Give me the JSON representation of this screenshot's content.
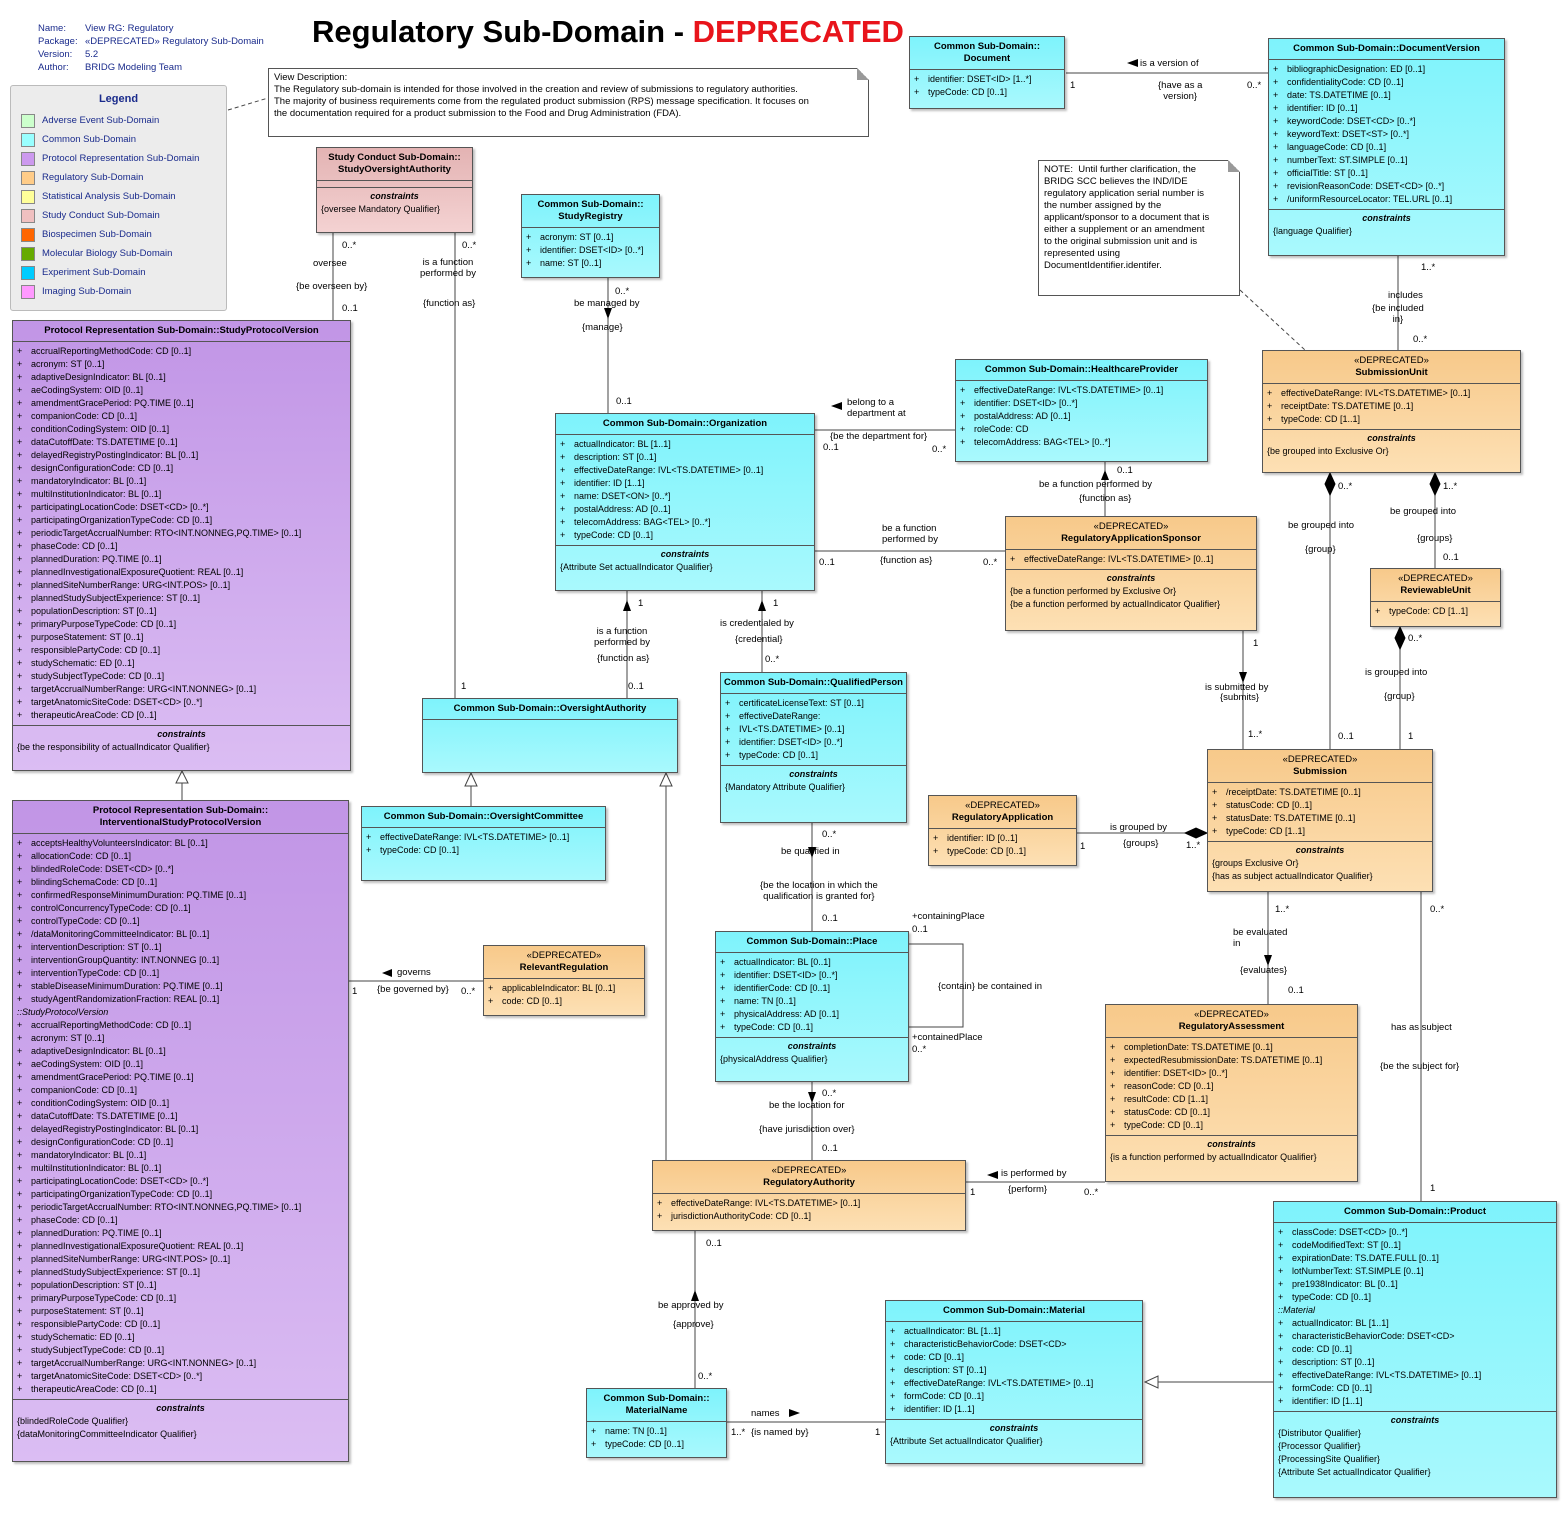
{
  "meta": {
    "name_k": "Name:",
    "name_v": "View RG: Regulatory",
    "package_k": "Package:",
    "package_v": "«DEPRECATED» Regulatory Sub-Domain",
    "version_k": "Version:",
    "version_v": "5.2",
    "author_k": "Author:",
    "author_v": "BRIDG Modeling Team"
  },
  "title": {
    "main": "Regulatory Sub-Domain - ",
    "deprecated": "DEPRECATED"
  },
  "legend": {
    "title": "Legend",
    "items": [
      {
        "label": "Adverse Event Sub-Domain",
        "color": "#ccffcc"
      },
      {
        "label": "Common Sub-Domain",
        "color": "#99ffff"
      },
      {
        "label": "Protocol Representation Sub-Domain",
        "color": "#cc99ee"
      },
      {
        "label": "Regulatory Sub-Domain",
        "color": "#ffcc88"
      },
      {
        "label": "Statistical Analysis Sub-Domain",
        "color": "#ffff99"
      },
      {
        "label": "Study Conduct Sub-Domain",
        "color": "#f0c0c0"
      },
      {
        "label": "Biospecimen Sub-Domain",
        "color": "#ff6600"
      },
      {
        "label": "Molecular Biology Sub-Domain",
        "color": "#66aa00"
      },
      {
        "label": "Experiment Sub-Domain",
        "color": "#00ccff"
      },
      {
        "label": "Imaging Sub-Domain",
        "color": "#ff99ff"
      }
    ]
  },
  "notes": {
    "view_description": "View Description:\nThe Regulatory sub-domain is intended for those involved in the creation and review of submissions to regulatory authorities.\nThe majority of business requirements come from the regulated product submission (RPS) message specification. It focuses on\nthe documentation required for a product submission to the Food and Drug Administration (FDA).",
    "ind_note": "NOTE:  Until further clarification, the\nBRIDG SCC believes the IND/IDE\nregulatory application serial number is\nthe number assigned by the\napplicant/sponsor to a document that is\neither a supplement or an amendment\nto the original submission unit and is\nrepresented using\nDocumentIdentifier.identifer."
  },
  "classes": {
    "study_oversight_authority": {
      "title": "Study Conduct Sub-Domain::\nStudyOversightAuthority",
      "attrs": [],
      "constraints": [
        "{oversee Mandatory Qualifier}"
      ]
    },
    "study_registry": {
      "title": "Common Sub-Domain::\nStudyRegistry",
      "attrs": [
        "acronym: ST [0..1]",
        "identifier: DSET<ID> [0..*]",
        "name: ST [0..1]"
      ]
    },
    "document": {
      "title": "Common Sub-Domain::\nDocument",
      "attrs": [
        "identifier: DSET<ID> [1..*]",
        "typeCode: CD [0..1]"
      ]
    },
    "document_version": {
      "title": "Common Sub-Domain::DocumentVersion",
      "attrs": [
        "bibliographicDesignation: ED [0..1]",
        "confidentialityCode: CD [0..1]",
        "date: TS.DATETIME [0..1]",
        "identifier: ID [0..1]",
        "keywordCode: DSET<CD> [0..*]",
        "keywordText: DSET<ST> [0..*]",
        "languageCode: CD [0..1]",
        "numberText: ST.SIMPLE [0..1]",
        "officialTitle: ST [0..1]",
        "revisionReasonCode: DSET<CD> [0..*]",
        "/uniformResourceLocator: TEL.URL [0..1]"
      ],
      "constraints": [
        "{language Qualifier}"
      ]
    },
    "study_protocol_version": {
      "title": "Protocol Representation Sub-Domain::StudyProtocolVersion",
      "attrs": [
        "accrualReportingMethodCode: CD [0..1]",
        "acronym: ST [0..1]",
        "adaptiveDesignIndicator: BL [0..1]",
        "aeCodingSystem: OID [0..1]",
        "amendmentGracePeriod: PQ.TIME [0..1]",
        "companionCode: CD [0..1]",
        "conditionCodingSystem: OID [0..1]",
        "dataCutoffDate: TS.DATETIME [0..1]",
        "delayedRegistryPostingIndicator: BL [0..1]",
        "designConfigurationCode: CD [0..1]",
        "mandatoryIndicator: BL [0..1]",
        "multiInstitutionIndicator: BL [0..1]",
        "participatingLocationCode: DSET<CD> [0..*]",
        "participatingOrganizationTypeCode: CD [0..1]",
        "periodicTargetAccrualNumber: RTO<INT.NONNEG,PQ.TIME> [0..1]",
        "phaseCode: CD [0..1]",
        "plannedDuration: PQ.TIME [0..1]",
        "plannedInvestigationalExposureQuotient: REAL [0..1]",
        "plannedSiteNumberRange: URG<INT.POS> [0..1]",
        "plannedStudySubjectExperience: ST [0..1]",
        "populationDescription: ST [0..1]",
        "primaryPurposeTypeCode: CD [0..1]",
        "purposeStatement: ST [0..1]",
        "responsiblePartyCode: CD [0..1]",
        "studySchematic: ED [0..1]",
        "studySubjectTypeCode: CD [0..1]",
        "targetAccrualNumberRange: URG<INT.NONNEG> [0..1]",
        "targetAnatomicSiteCode: DSET<CD> [0..*]",
        "therapeuticAreaCode: CD [0..1]"
      ],
      "constraints": [
        "{be the responsibility of actualIndicator Qualifier}"
      ]
    },
    "interventional": {
      "title": "Protocol Representation Sub-Domain::\nInterventionalStudyProtocolVersion",
      "attrs": [
        "acceptsHealthyVolunteersIndicator: BL [0..1]",
        "allocationCode: CD [0..1]",
        "blindedRoleCode: DSET<CD> [0..*]",
        "blindingSchemaCode: CD [0..1]",
        "confirmedResponseMinimumDuration: PQ.TIME [0..1]",
        "controlConcurrencyTypeCode: CD [0..1]",
        "controlTypeCode: CD [0..1]",
        "/dataMonitoringCommitteeIndicator: BL [0..1]",
        "interventionDescription: ST [0..1]",
        "interventionGroupQuantity: INT.NONNEG [0..1]",
        "interventionTypeCode: CD [0..1]",
        "stableDiseaseMinimumDuration: PQ.TIME [0..1]",
        "studyAgentRandomizationFraction: REAL [0..1]"
      ],
      "inherited_header": "::StudyProtocolVersion",
      "inherited": [
        "accrualReportingMethodCode: CD [0..1]",
        "acronym: ST [0..1]",
        "adaptiveDesignIndicator: BL [0..1]",
        "aeCodingSystem: OID [0..1]",
        "amendmentGracePeriod: PQ.TIME [0..1]",
        "companionCode: CD [0..1]",
        "conditionCodingSystem: OID [0..1]",
        "dataCutoffDate: TS.DATETIME [0..1]",
        "delayedRegistryPostingIndicator: BL [0..1]",
        "designConfigurationCode: CD [0..1]",
        "mandatoryIndicator: BL [0..1]",
        "multiInstitutionIndicator: BL [0..1]",
        "participatingLocationCode: DSET<CD> [0..*]",
        "participatingOrganizationTypeCode: CD [0..1]",
        "periodicTargetAccrualNumber: RTO<INT.NONNEG,PQ.TIME> [0..1]",
        "phaseCode: CD [0..1]",
        "plannedDuration: PQ.TIME [0..1]",
        "plannedInvestigationalExposureQuotient: REAL [0..1]",
        "plannedSiteNumberRange: URG<INT.POS> [0..1]",
        "plannedStudySubjectExperience: ST [0..1]",
        "populationDescription: ST [0..1]",
        "primaryPurposeTypeCode: CD [0..1]",
        "purposeStatement: ST [0..1]",
        "responsiblePartyCode: CD [0..1]",
        "studySchematic: ED [0..1]",
        "studySubjectTypeCode: CD [0..1]",
        "targetAccrualNumberRange: URG<INT.NONNEG> [0..1]",
        "targetAnatomicSiteCode: DSET<CD> [0..*]",
        "therapeuticAreaCode: CD [0..1]"
      ],
      "constraints": [
        "{blindedRoleCode Qualifier}",
        "{dataMonitoringCommitteeIndicator Qualifier}"
      ]
    },
    "organization": {
      "title": "Common Sub-Domain::Organization",
      "attrs": [
        "actualIndicator: BL [1..1]",
        "description: ST [0..1]",
        "effectiveDateRange: IVL<TS.DATETIME> [0..1]",
        "identifier: ID [1..1]",
        "name: DSET<ON> [0..*]",
        "postalAddress: AD [0..1]",
        "telecomAddress: BAG<TEL> [0..*]",
        "typeCode: CD [0..1]"
      ],
      "constraints": [
        "{Attribute Set actualIndicator Qualifier}"
      ]
    },
    "healthcare_provider": {
      "title": "Common Sub-Domain::HealthcareProvider",
      "attrs": [
        "effectiveDateRange: IVL<TS.DATETIME> [0..1]",
        "identifier: DSET<ID> [0..*]",
        "postalAddress: AD [0..1]",
        "roleCode: CD",
        "telecomAddress: BAG<TEL> [0..*]"
      ]
    },
    "submission_unit": {
      "stereo": "«DEPRECATED»",
      "title": "SubmissionUnit",
      "attrs": [
        "effectiveDateRange: IVL<TS.DATETIME> [0..1]",
        "receiptDate: TS.DATETIME [0..1]",
        "typeCode: CD [1..1]"
      ],
      "constraints": [
        "{be grouped into Exclusive Or}"
      ]
    },
    "reg_app_sponsor": {
      "stereo": "«DEPRECATED»",
      "title": "RegulatoryApplicationSponsor",
      "attrs": [
        "effectiveDateRange: IVL<TS.DATETIME> [0..1]"
      ],
      "constraints": [
        "{be a function performed by Exclusive Or}",
        "{be a function performed by actualIndicator Qualifier}"
      ]
    },
    "reviewable_unit": {
      "stereo": "«DEPRECATED»",
      "title": "ReviewableUnit",
      "attrs": [
        "typeCode: CD [1..1]"
      ]
    },
    "oversight_authority": {
      "title": "Common Sub-Domain::OversightAuthority",
      "attrs": []
    },
    "qualified_person": {
      "title": "Common Sub-Domain::QualifiedPerson",
      "attrs": [
        "certificateLicenseText: ST [0..1]",
        "effectiveDateRange:",
        "IVL<TS.DATETIME> [0..1]",
        "identifier: DSET<ID> [0..*]",
        "typeCode: CD [0..1]"
      ],
      "constraints": [
        "{Mandatory Attribute Qualifier}"
      ]
    },
    "oversight_committee": {
      "title": "Common Sub-Domain::OversightCommittee",
      "attrs": [
        "effectiveDateRange: IVL<TS.DATETIME> [0..1]",
        "typeCode: CD [0..1]"
      ]
    },
    "submission": {
      "stereo": "«DEPRECATED»",
      "title": "Submission",
      "attrs": [
        "/receiptDate: TS.DATETIME [0..1]",
        "statusCode: CD [0..1]",
        "statusDate: TS.DATETIME [0..1]",
        "typeCode: CD [1..1]"
      ],
      "constraints": [
        "{groups Exclusive Or}",
        "{has as subject actualIndicator Qualifier}"
      ]
    },
    "regulatory_application": {
      "stereo": "«DEPRECATED»",
      "title": "RegulatoryApplication",
      "attrs": [
        "identifier: ID [0..1]",
        "typeCode: CD [0..1]"
      ]
    },
    "relevant_regulation": {
      "stereo": "«DEPRECATED»",
      "title": "RelevantRegulation",
      "attrs": [
        "applicableIndicator: BL [0..1]",
        "code: CD [0..1]"
      ]
    },
    "place": {
      "title": "Common Sub-Domain::Place",
      "attrs": [
        "actualIndicator: BL [0..1]",
        "identifier: DSET<ID> [0..*]",
        "identifierCode: CD [0..1]",
        "name: TN [0..1]",
        "physicalAddress: AD [0..1]",
        "typeCode: CD [0..1]"
      ],
      "constraints": [
        "{physicalAddress Qualifier}"
      ]
    },
    "regulatory_assessment": {
      "stereo": "«DEPRECATED»",
      "title": "RegulatoryAssessment",
      "attrs": [
        "completionDate: TS.DATETIME [0..1]",
        "expectedResubmissionDate: TS.DATETIME [0..1]",
        "identifier: DSET<ID> [0..*]",
        "reasonCode: CD [0..1]",
        "resultCode: CD [1..1]",
        "statusCode: CD [0..1]",
        "typeCode: CD [0..1]"
      ],
      "constraints": [
        "{is a function performed by actualIndicator Qualifier}"
      ]
    },
    "regulatory_authority": {
      "stereo": "«DEPRECATED»",
      "title": "RegulatoryAuthority",
      "attrs": [
        "effectiveDateRange: IVL<TS.DATETIME> [0..1]",
        "jurisdictionAuthorityCode: CD [0..1]"
      ]
    },
    "product": {
      "title": "Common Sub-Domain::Product",
      "attrs": [
        "classCode: DSET<CD> [0..*]",
        "codeModifiedText: ST [0..1]",
        "expirationDate: TS.DATE.FULL [0..1]",
        "lotNumberText: ST.SIMPLE [0..1]",
        "pre1938Indicator: BL [0..1]",
        "typeCode: CD [0..1]"
      ],
      "inherited_header": "::Material",
      "inherited": [
        "actualIndicator: BL [1..1]",
        "characteristicBehaviorCode: DSET<CD>",
        "code: CD [0..1]",
        "description: ST [0..1]",
        "effectiveDateRange: IVL<TS.DATETIME> [0..1]",
        "formCode: CD [0..1]",
        "identifier: ID [1..1]"
      ],
      "constraints": [
        "{Distributor Qualifier}",
        "{Processor Qualifier}",
        "{ProcessingSite Qualifier}",
        "{Attribute Set actualIndicator Qualifier}"
      ]
    },
    "material": {
      "title": "Common Sub-Domain::Material",
      "attrs": [
        "actualIndicator: BL [1..1]",
        "characteristicBehaviorCode: DSET<CD>",
        "code: CD [0..1]",
        "description: ST [0..1]",
        "effectiveDateRange: IVL<TS.DATETIME> [0..1]",
        "formCode: CD [0..1]",
        "identifier: ID [1..1]"
      ],
      "constraints": [
        "{Attribute Set actualIndicator Qualifier}"
      ]
    },
    "material_name": {
      "title": "Common Sub-Domain::\nMaterialName",
      "attrs": [
        "name: TN [0..1]",
        "typeCode: CD [0..1]"
      ]
    }
  },
  "constraints_label": "constraints",
  "attr_plus": "+",
  "labels": [
    "0..*",
    "oversee",
    "{be overseen by}",
    "0..1",
    "0..*",
    "is a function\nperformed by",
    "{function as}",
    "1",
    "0..*",
    "be managed by",
    "{manage}",
    "0..1",
    "is a version of",
    "{have as a\nversion}",
    "1",
    "0..*",
    "1..*",
    "includes",
    "{be included\nin}",
    "0..*",
    "belong to a\ndepartment at",
    "{be the department for}",
    "0..1",
    "0..*",
    "0..1",
    "be a function performed by",
    "{function as}",
    "0..*",
    "be a function\nperformed by",
    "{function as}",
    "0..1",
    "0..*",
    "0..*",
    "be grouped into",
    "{group}",
    "1..*",
    "be grouped into",
    "{groups}",
    "0..1",
    "1",
    "is a function\nperformed by",
    "{function as}",
    "0..1",
    "1",
    "is credentialed by",
    "{credential}",
    "0..*",
    "1",
    "is submitted by",
    "{submits}",
    "1..*",
    "0..*",
    "is grouped into",
    "{group}",
    "0..1",
    "1",
    "is grouped by",
    "{groups}",
    "1",
    "1..*",
    "0..*",
    "be qualified in",
    "{be the location in which the\nqualification is granted for}",
    "0..1",
    "+containingPlace",
    "0..1",
    "{contain} be contained in",
    "+containedPlace",
    "0..*",
    "governs",
    "{be governed by}",
    "1",
    "0..*",
    "1..*",
    "be evaluated\nin",
    "{evaluates}",
    "0..1",
    "0..*",
    "has as subject",
    "{be the subject for}",
    "1",
    "0..*",
    "be the location for",
    "{have jurisdiction over}",
    "0..1",
    "is performed by",
    "{perform}",
    "1",
    "0..*",
    "0..1",
    "be approved by",
    "{approve}",
    "0..*",
    "names",
    "1..*",
    "{is named by}",
    "1"
  ]
}
